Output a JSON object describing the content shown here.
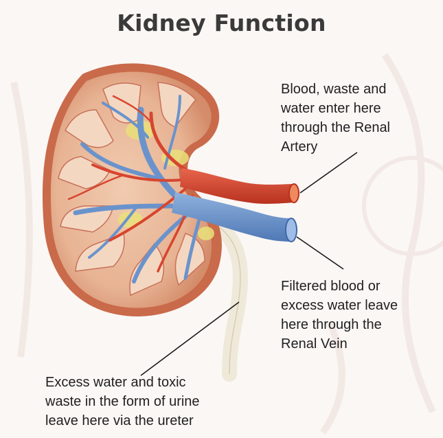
{
  "diagram": {
    "title": "Kidney Function",
    "labels": {
      "renal_artery": [
        "Blood, waste and",
        "water enter here",
        "through the Renal",
        "Artery"
      ],
      "renal_vein": [
        "Filtered blood or",
        "excess water leave",
        "here through the",
        "Renal Vein"
      ],
      "ureter": [
        "Excess water and toxic",
        "waste in the form of urine",
        "leave here via the ureter"
      ]
    },
    "colors": {
      "background": "#fbf7f5",
      "kidney_tissue": "#e7b393",
      "kidney_capsule": "#c96a4a",
      "artery": "#d7452f",
      "vein": "#6a93cc",
      "ureter": "#efe9da",
      "fat": "#e9e07a",
      "leader_line": "#1a1a1a"
    }
  }
}
